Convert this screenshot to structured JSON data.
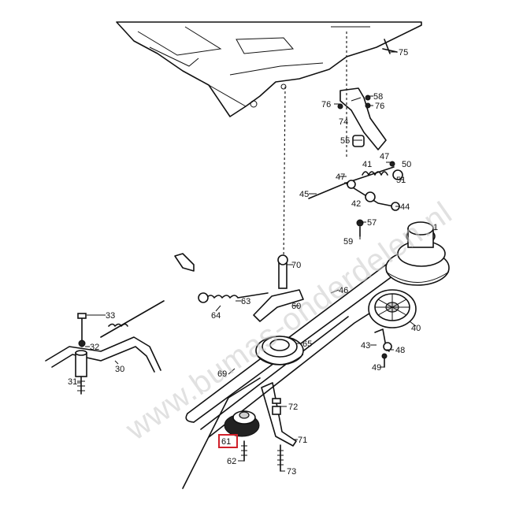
{
  "watermark": "www.bumas-onderdelen.nl",
  "highlighted_part": "61",
  "labels": {
    "p1": "1",
    "p30": "30",
    "p31": "31",
    "p32": "32",
    "p33": "33",
    "p40": "40",
    "p41": "41",
    "p42": "42",
    "p43": "43",
    "p44": "44",
    "p45": "45",
    "p46": "46",
    "p47a": "47",
    "p47b": "47",
    "p48": "48",
    "p49": "49",
    "p50": "50",
    "p51": "51",
    "p55": "55",
    "p57": "57",
    "p58": "58",
    "p59": "59",
    "p60": "60",
    "p61": "61",
    "p62": "62",
    "p63": "63",
    "p64": "64",
    "p65": "65",
    "p69": "69",
    "p70": "70",
    "p71": "71",
    "p72": "72",
    "p73": "73",
    "p74": "74",
    "p75": "75",
    "p76a": "76",
    "p76b": "76"
  },
  "colors": {
    "line": "#111111",
    "highlight": "#d0202a",
    "watermark": "#c8c8c8"
  }
}
